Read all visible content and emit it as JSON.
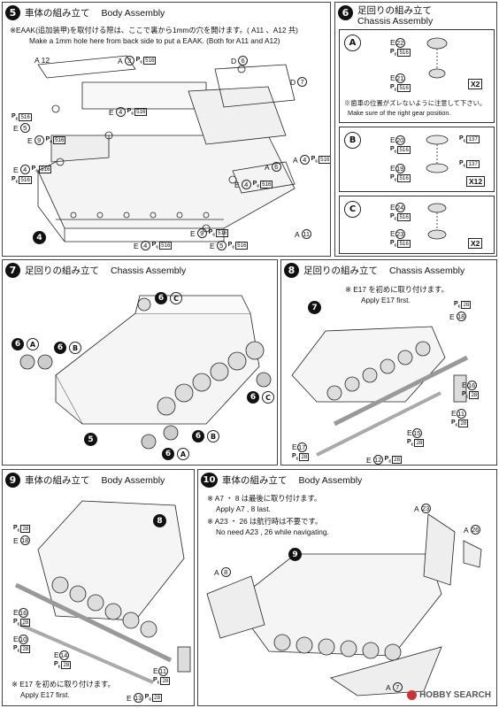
{
  "step5": {
    "num": "5",
    "title_jp": "車体の組み立て",
    "title_en": "Body Assembly",
    "note_jp": "※EAAK(追加装甲)を取付ける際は、ここで裏から1mmの穴を開けます。( A11 、A12 共)",
    "note_en": "Make a 1mm hole here from back side to put a EAAK. (Both for A11 and A12)",
    "labels": [
      {
        "code": "A",
        "n": "12"
      },
      {
        "code": "A",
        "n": "3",
        "pc": "516"
      },
      {
        "code": "D",
        "n": "6"
      },
      {
        "code": "D",
        "n": "7"
      },
      {
        "code": "E",
        "n": "4",
        "pc": "516"
      },
      {
        "code": "E",
        "n": "5"
      },
      {
        "code": "E",
        "n": "9",
        "pc": "516"
      },
      {
        "code": "E",
        "n": "4",
        "pc": "516"
      },
      {
        "code": "A",
        "n": "6"
      },
      {
        "code": "A",
        "n": "4",
        "pc": "516"
      },
      {
        "code": "E",
        "n": "4",
        "pc": "516"
      },
      {
        "code": "E",
        "n": "9",
        "pc": "516"
      },
      {
        "code": "E",
        "n": "4",
        "pc": "516"
      },
      {
        "code": "E",
        "n": "5",
        "pc": "516"
      },
      {
        "code": "A",
        "n": "11"
      }
    ],
    "pc_left": [
      "516",
      "516"
    ],
    "sub": "4"
  },
  "step6": {
    "num": "6",
    "title_jp": "足回りの組み立て",
    "title_en": "Chassis Assembly",
    "a": {
      "letter": "A",
      "parts": [
        {
          "code": "E",
          "n": "22",
          "pc": "516"
        },
        {
          "code": "E",
          "n": "21",
          "pc": "516"
        }
      ],
      "count": "X2",
      "note_jp": "※歯車の位置がズレないように注意して下さい。",
      "note_en": "Make sure of the right gear position."
    },
    "b": {
      "letter": "B",
      "parts": [
        {
          "code": "E",
          "n": "20",
          "pc": "516",
          "pc2": "137"
        },
        {
          "code": "E",
          "n": "19",
          "pc": "516",
          "pc2": "137"
        }
      ],
      "count": "X12"
    },
    "c": {
      "letter": "C",
      "parts": [
        {
          "code": "E",
          "n": "24",
          "pc": "516"
        },
        {
          "code": "E",
          "n": "23",
          "pc": "516"
        }
      ],
      "count": "X2"
    }
  },
  "step7": {
    "num": "7",
    "title_jp": "足回りの組み立て",
    "title_en": "Chassis Assembly",
    "refs": [
      {
        "n": "6",
        "l": "C"
      },
      {
        "n": "6",
        "l": "A"
      },
      {
        "n": "6",
        "l": "B"
      },
      {
        "n": "6",
        "l": "C"
      },
      {
        "n": "6",
        "l": "B"
      },
      {
        "n": "6",
        "l": "A"
      }
    ],
    "sub": "5"
  },
  "step8": {
    "num": "8",
    "title_jp": "足回りの組み立て",
    "title_en": "Chassis Assembly",
    "note_jp": "※ E17 を初めに取り付けます。",
    "note_en": "Apply E17 first.",
    "labels": [
      {
        "code": "",
        "n": "",
        "pc": "28"
      },
      {
        "code": "E",
        "n": "18"
      },
      {
        "code": "E",
        "n": "16",
        "pc": "28"
      },
      {
        "code": "E",
        "n": "11",
        "pc": "28"
      },
      {
        "code": "E",
        "n": "15",
        "pc": "28"
      },
      {
        "code": "E",
        "n": "17",
        "pc": "28"
      },
      {
        "code": "E",
        "n": "12",
        "pc": "28"
      }
    ],
    "sub": "7"
  },
  "step9": {
    "num": "9",
    "title_jp": "車体の組み立て",
    "title_en": "Body Assembly",
    "note_jp": "※ E17 を初めに取り付けます。",
    "note_en": "Apply E17 first.",
    "labels": [
      {
        "code": "",
        "n": "",
        "pc": "28"
      },
      {
        "code": "E",
        "n": "18"
      },
      {
        "code": "E",
        "n": "16",
        "pc": "28"
      },
      {
        "code": "E",
        "n": "10",
        "pc": "28"
      },
      {
        "code": "E",
        "n": "14",
        "pc": "28"
      },
      {
        "code": "E",
        "n": "11",
        "pc": "28"
      },
      {
        "code": "E",
        "n": "13",
        "pc": "28"
      }
    ],
    "sub": "8"
  },
  "step10": {
    "num": "10",
    "title_jp": "車体の組み立て",
    "title_en": "Body Assembly",
    "note1_jp": "※ A7 ・ 8 は最後に取り付けます。",
    "note1_en": "Apply A7 , 8 last.",
    "note2_jp": "※ A23 ・ 26 は航行時は不要です。",
    "note2_en": "No need A23 , 26 while navigating.",
    "labels": [
      {
        "code": "A",
        "n": "23"
      },
      {
        "code": "A",
        "n": "26"
      },
      {
        "code": "A",
        "n": "8"
      },
      {
        "code": "A",
        "n": "7"
      }
    ],
    "sub": "9"
  },
  "watermark": "HOBBY SEARCH",
  "pc_prefix": "P",
  "pc_sub": "c"
}
